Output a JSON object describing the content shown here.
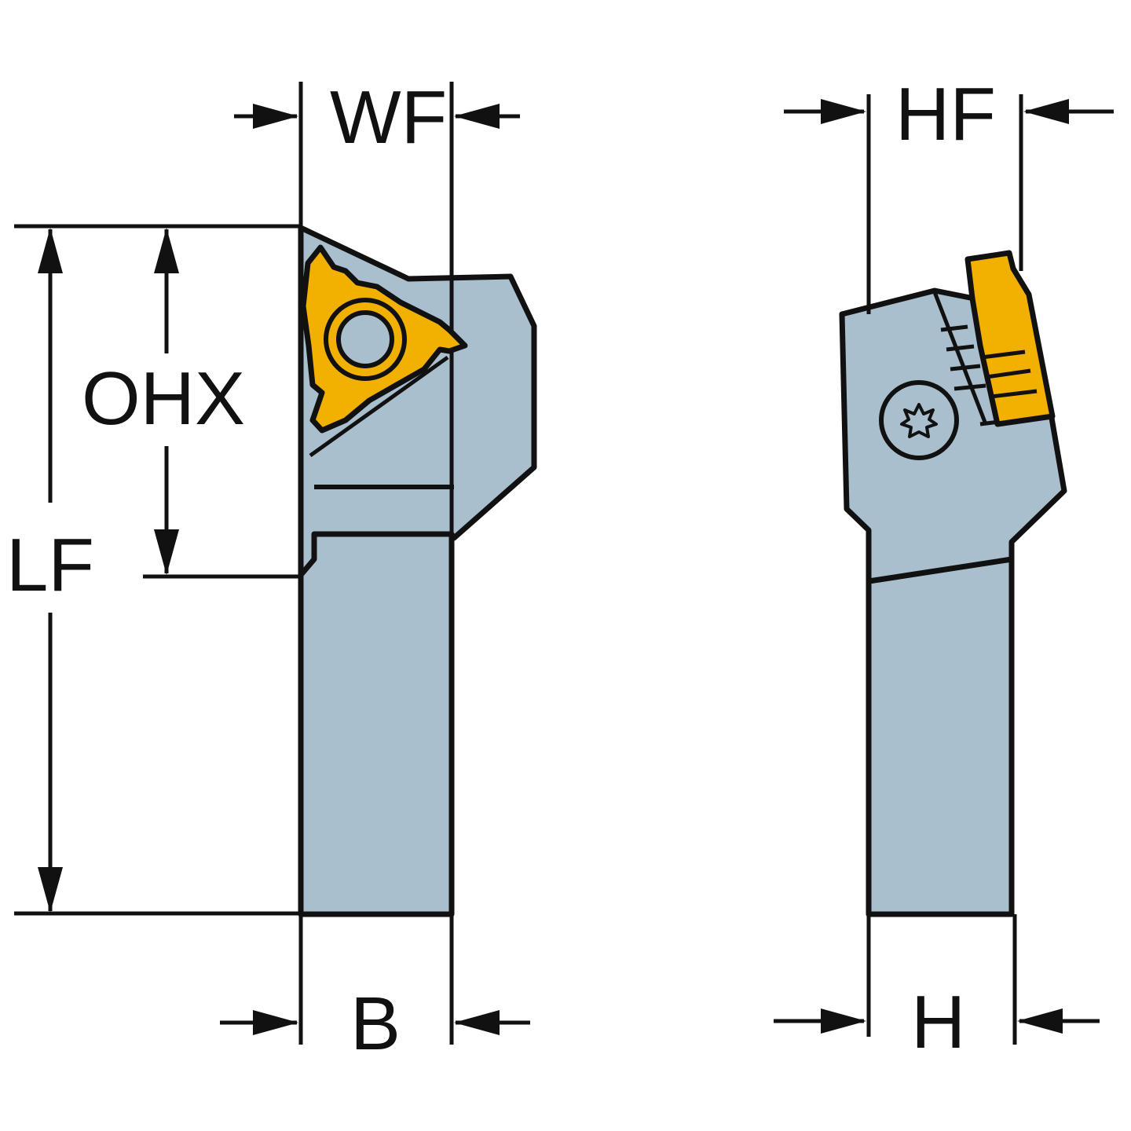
{
  "labels": {
    "wf": "WF",
    "ohx": "OHX",
    "lf": "LF",
    "b": "B",
    "hf": "HF",
    "h": "H"
  },
  "colors": {
    "body": "#a9bfcd",
    "insert": "#f2b000",
    "outline": "#111111",
    "background": "#ffffff"
  },
  "icons": {
    "screw": "torx-screw-icon"
  }
}
